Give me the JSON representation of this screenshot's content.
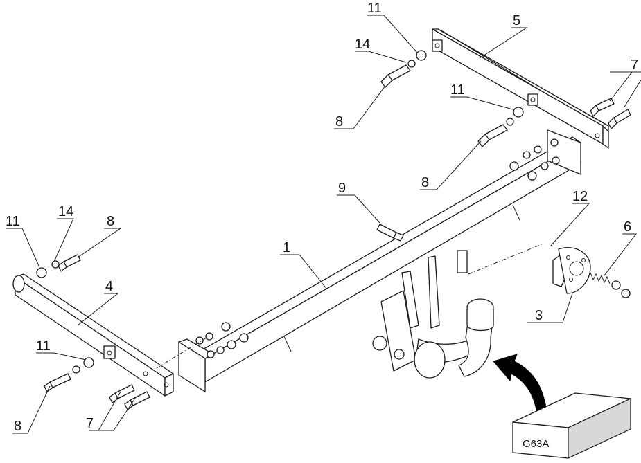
{
  "labels": {
    "c1": "1",
    "c3": "3",
    "c4": "4",
    "c5": "5",
    "c6": "6",
    "c7a": "7",
    "c7b": "7",
    "c8a": "8",
    "c8b": "8",
    "c8c": "8",
    "c8d": "8",
    "c9": "9",
    "c11a": "11",
    "c11b": "11",
    "c11c": "11",
    "c11d": "11",
    "c12": "12",
    "c14a": "14",
    "c14b": "14"
  },
  "kit_box": {
    "label": "G63A"
  },
  "colors": {
    "line": "#1a1a1a",
    "background": "#ffffff",
    "arrow": "#000000"
  }
}
